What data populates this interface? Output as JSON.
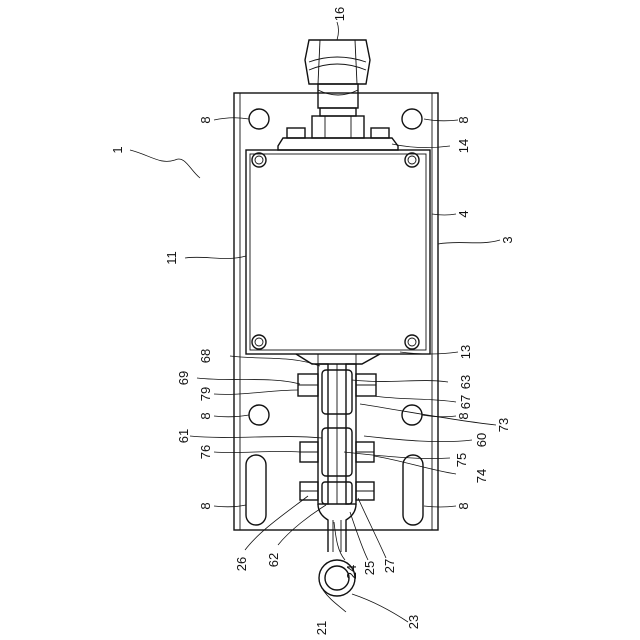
{
  "figure": {
    "labels": [
      {
        "id": "l1",
        "text": "1"
      },
      {
        "id": "l16",
        "text": "16"
      },
      {
        "id": "l8a",
        "text": "8"
      },
      {
        "id": "l8b",
        "text": "8"
      },
      {
        "id": "l14",
        "text": "14"
      },
      {
        "id": "l4",
        "text": "4"
      },
      {
        "id": "l3",
        "text": "3"
      },
      {
        "id": "l11",
        "text": "11"
      },
      {
        "id": "l13",
        "text": "13"
      },
      {
        "id": "l68",
        "text": "68"
      },
      {
        "id": "l69",
        "text": "69"
      },
      {
        "id": "l79",
        "text": "79"
      },
      {
        "id": "l63",
        "text": "63"
      },
      {
        "id": "l67",
        "text": "67"
      },
      {
        "id": "l8c",
        "text": "8"
      },
      {
        "id": "l8d",
        "text": "8"
      },
      {
        "id": "l73",
        "text": "73"
      },
      {
        "id": "l61",
        "text": "61"
      },
      {
        "id": "l60",
        "text": "60"
      },
      {
        "id": "l76",
        "text": "76"
      },
      {
        "id": "l75",
        "text": "75"
      },
      {
        "id": "l74",
        "text": "74"
      },
      {
        "id": "l8e",
        "text": "8"
      },
      {
        "id": "l8f",
        "text": "8"
      },
      {
        "id": "l26",
        "text": "26"
      },
      {
        "id": "l62",
        "text": "62"
      },
      {
        "id": "l24",
        "text": "24"
      },
      {
        "id": "l25",
        "text": "25"
      },
      {
        "id": "l27",
        "text": "27"
      },
      {
        "id": "l21",
        "text": "21"
      },
      {
        "id": "l23",
        "text": "23"
      }
    ]
  }
}
